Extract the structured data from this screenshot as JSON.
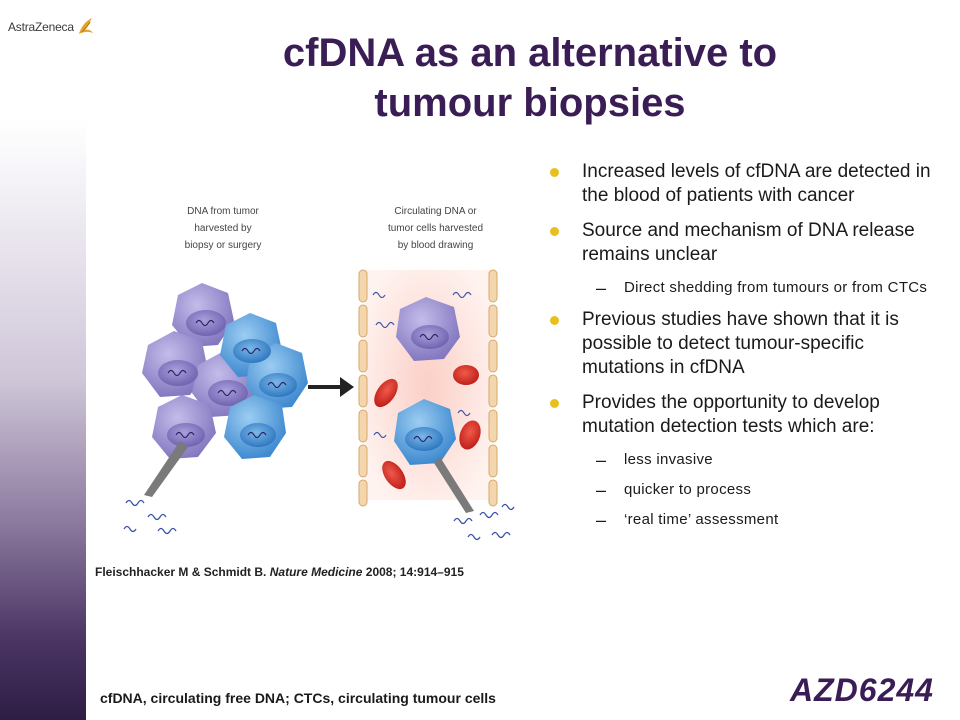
{
  "slide": {
    "title_line1": "cfDNA as an alternative to",
    "title_line2": "tumour biopsies",
    "logo_text": "AstraZeneca",
    "brand": "AZD6244",
    "footer": "cfDNA, circulating free DNA; CTCs, circulating tumour cells"
  },
  "figure": {
    "left_label": [
      "DNA from tumor",
      "harvested by",
      "biopsy or surgery"
    ],
    "right_label": [
      "Circulating DNA or",
      "tumor cells harvested",
      "by blood drawing"
    ]
  },
  "citation": {
    "authors": "Fleischhacker M & Schmidt B.",
    "journal": "Nature Medicine",
    "details": "2008; 14:914–915"
  },
  "bullets": [
    {
      "text": "Increased levels of cfDNA are detected in the blood of patients with cancer",
      "sub": []
    },
    {
      "text": "Source and mechanism of DNA release remains unclear",
      "sub": [
        "Direct shedding from tumours or from CTCs"
      ]
    },
    {
      "text": "Previous studies have shown that it is possible to detect tumour-specific mutations in cfDNA",
      "sub": []
    },
    {
      "text": "Provides the opportunity to develop mutation detection tests which are:",
      "sub": [
        "less invasive",
        "quicker to process",
        "‘real time’ assessment"
      ]
    }
  ],
  "colors": {
    "title": "#3b1d56",
    "bullet": "#e8c01e",
    "purple_cell": "#9a8fd0",
    "blue_cell": "#5aa2dc",
    "red_cell": "#d8281f",
    "vessel_bg": "#fde1dc"
  }
}
